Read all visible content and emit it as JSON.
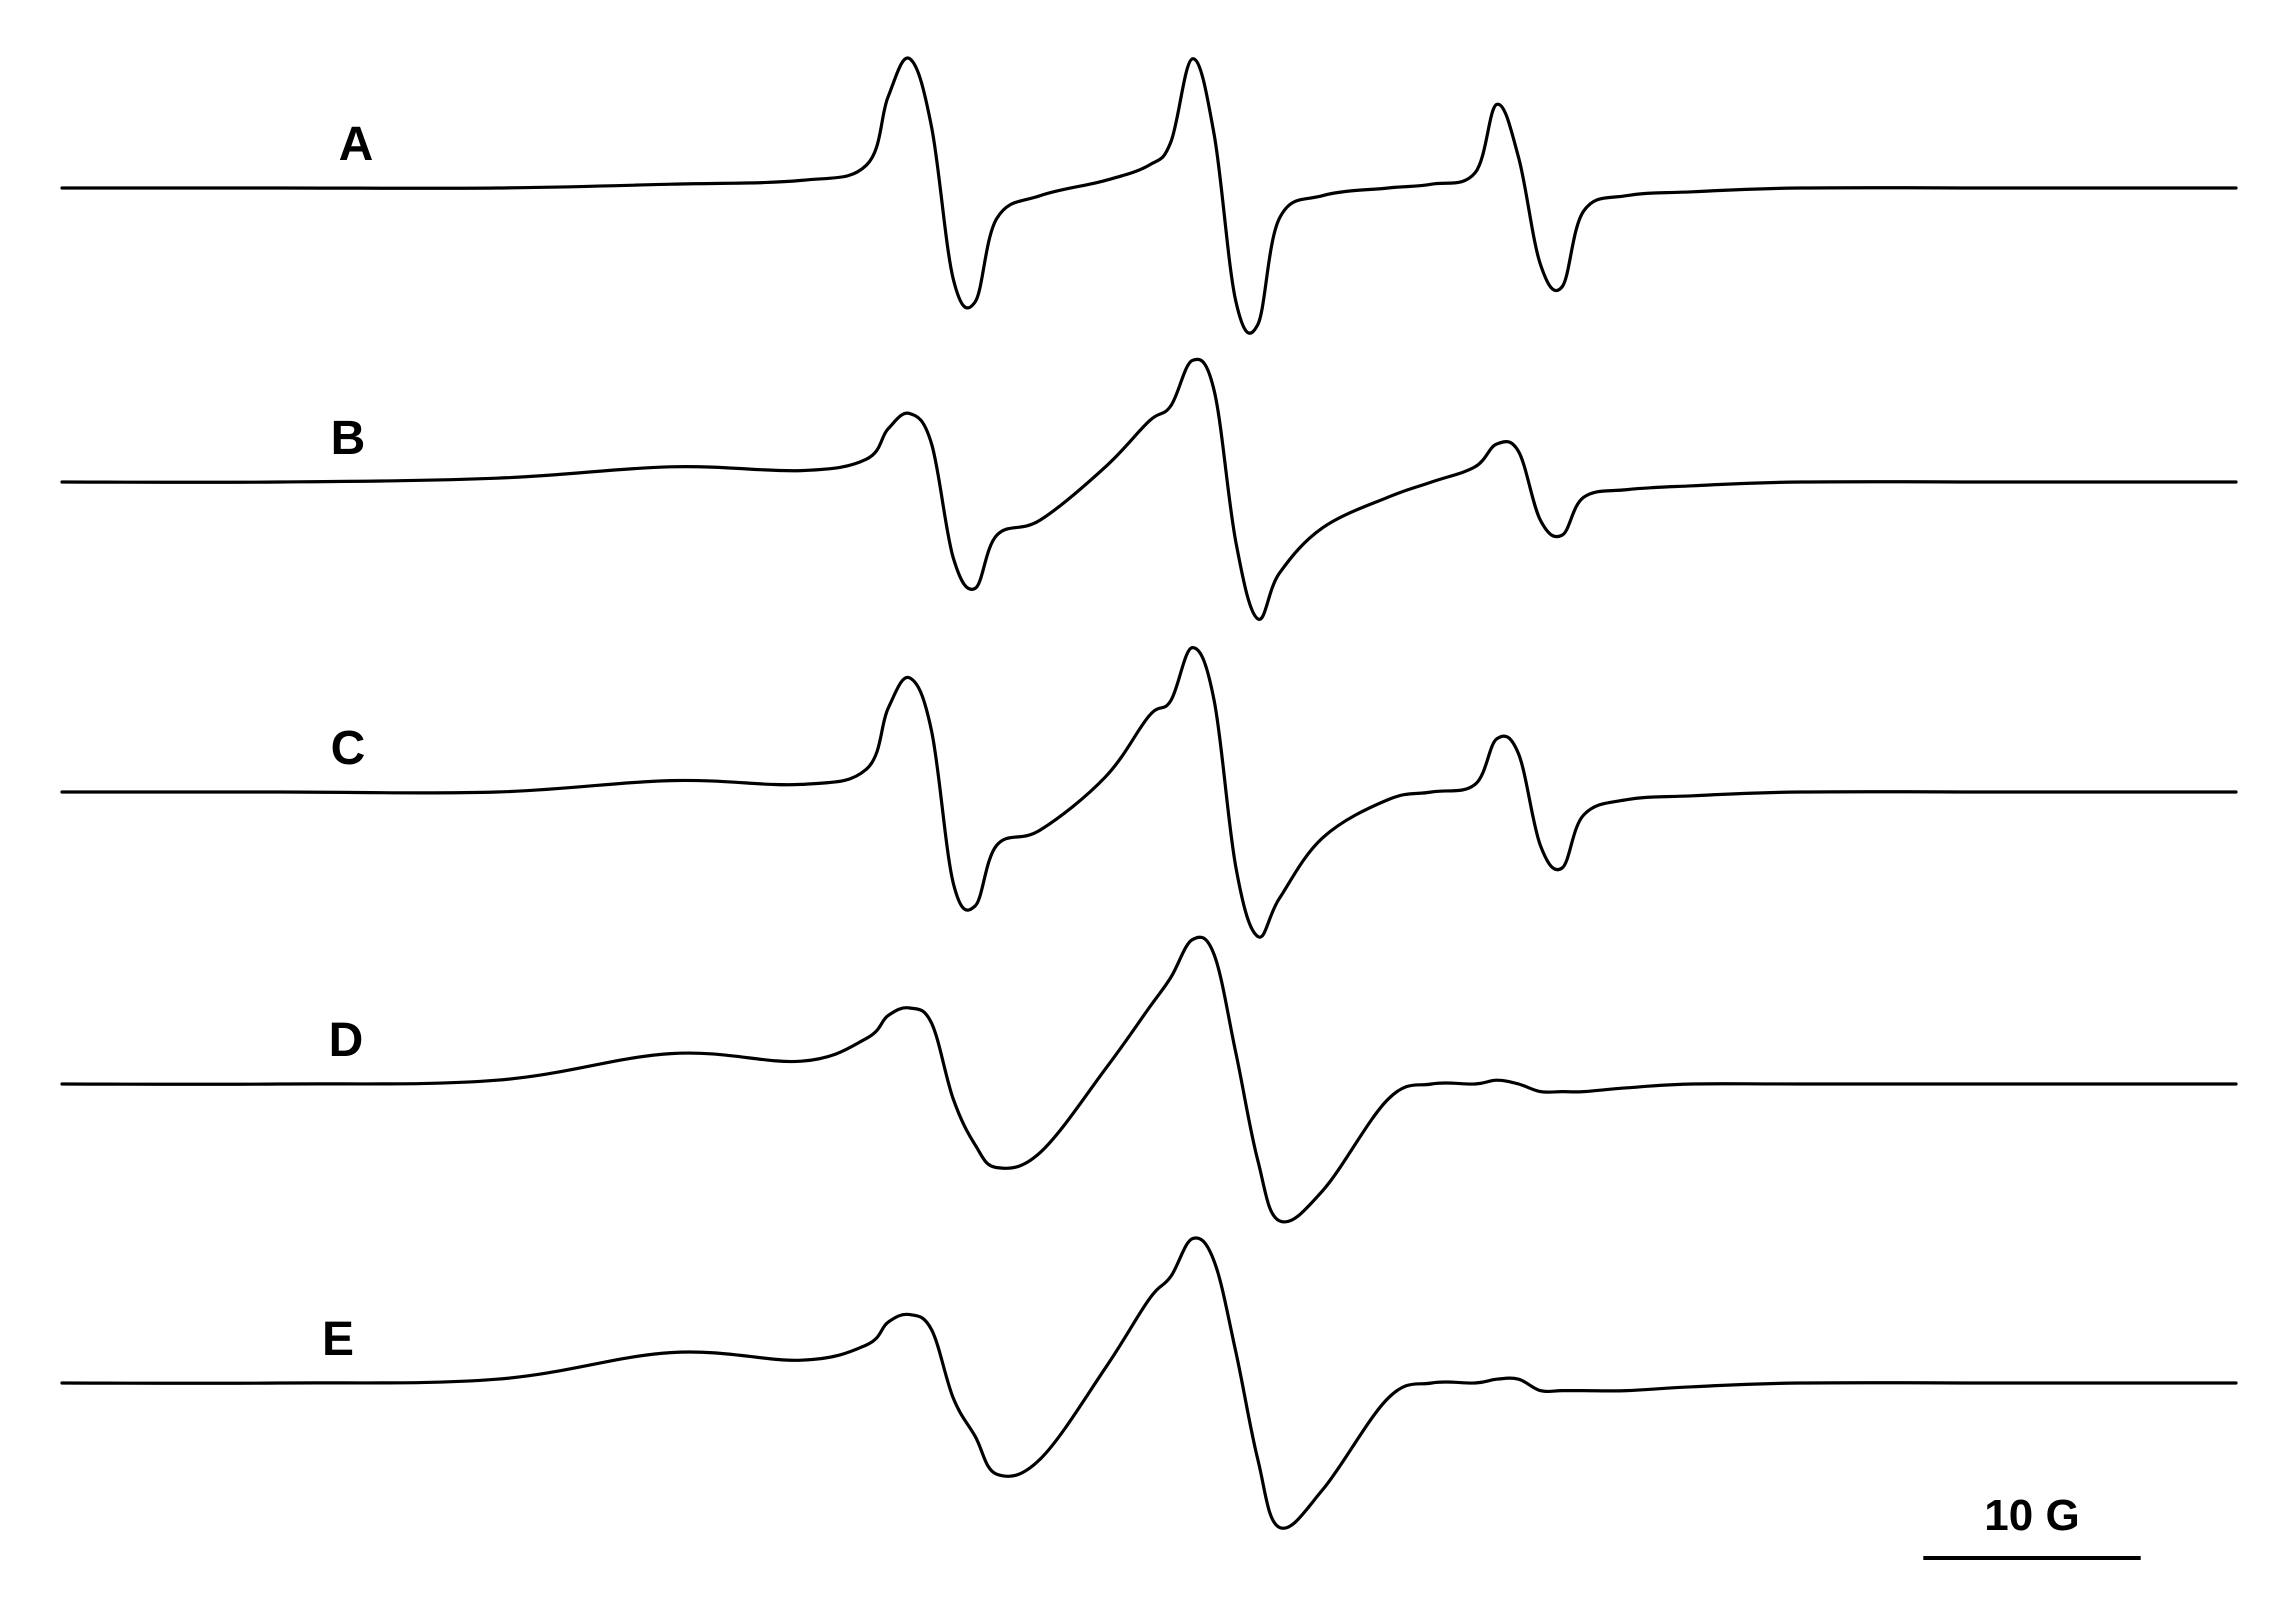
{
  "chart_data": {
    "type": "line",
    "x": [
      -50,
      -40,
      -30,
      -22,
      -16,
      -13,
      -12,
      -11,
      -10,
      -9,
      -8,
      -7,
      -5,
      -2,
      0,
      1,
      2,
      3,
      4,
      5,
      6,
      8,
      11,
      13,
      15,
      16,
      17,
      18,
      19,
      20,
      22,
      25,
      30,
      40,
      50
    ],
    "series": [
      {
        "name": "A",
        "values": [
          0,
          0,
          0,
          0.5,
          1,
          3,
          12,
          17,
          8,
          -12,
          -15,
          -4,
          -1,
          1,
          3,
          6,
          17,
          7,
          -15,
          -18,
          -4,
          -1,
          0,
          0.5,
          2,
          11,
          4,
          -10,
          -13,
          -3,
          -1,
          -0.5,
          0,
          0,
          0
        ]
      },
      {
        "name": "B",
        "values": [
          0,
          0,
          0.5,
          2,
          1.5,
          3,
          7,
          9,
          5,
          -10,
          -14,
          -7,
          -5,
          2,
          8,
          10,
          16,
          12,
          -8,
          -18,
          -12,
          -6,
          -2,
          0,
          2,
          5,
          4,
          -5,
          -7,
          -2,
          -1,
          -0.5,
          0,
          0,
          0
        ]
      },
      {
        "name": "C",
        "values": [
          0,
          0,
          0,
          1.5,
          1,
          3,
          11,
          15,
          8,
          -12,
          -15,
          -7,
          -5,
          2,
          10,
          12,
          19,
          12,
          -10,
          -19,
          -14,
          -6,
          -1,
          0,
          1,
          7,
          5,
          -7,
          -10,
          -3,
          -1,
          -0.5,
          0,
          0,
          0
        ]
      },
      {
        "name": "D",
        "values": [
          0,
          0,
          0.5,
          4,
          3,
          6,
          9,
          10,
          8,
          -2,
          -8,
          -11,
          -9,
          2,
          10,
          14,
          19,
          17,
          4,
          -10,
          -18,
          -14,
          -2,
          0,
          0,
          0.5,
          0,
          -1,
          -1,
          -1,
          -0.5,
          0,
          0,
          0,
          0
        ]
      },
      {
        "name": "E",
        "values": [
          0,
          0,
          0.5,
          4,
          3,
          5,
          8,
          9,
          7,
          -2,
          -7,
          -12,
          -10,
          2,
          11,
          14,
          19,
          16,
          4,
          -10,
          -19,
          -14,
          -2,
          0,
          0,
          0.5,
          0.5,
          -1,
          -1,
          -1,
          -1,
          -0.5,
          0,
          0,
          0
        ]
      }
    ],
    "title": "",
    "xlabel": "",
    "ylabel": "",
    "scale_bar": {
      "label": "10 G",
      "length": 10
    },
    "xlim": [
      -50,
      50
    ],
    "ylim": [
      -20,
      20
    ],
    "grid": false,
    "legend": "none",
    "line_color": "#000000"
  }
}
